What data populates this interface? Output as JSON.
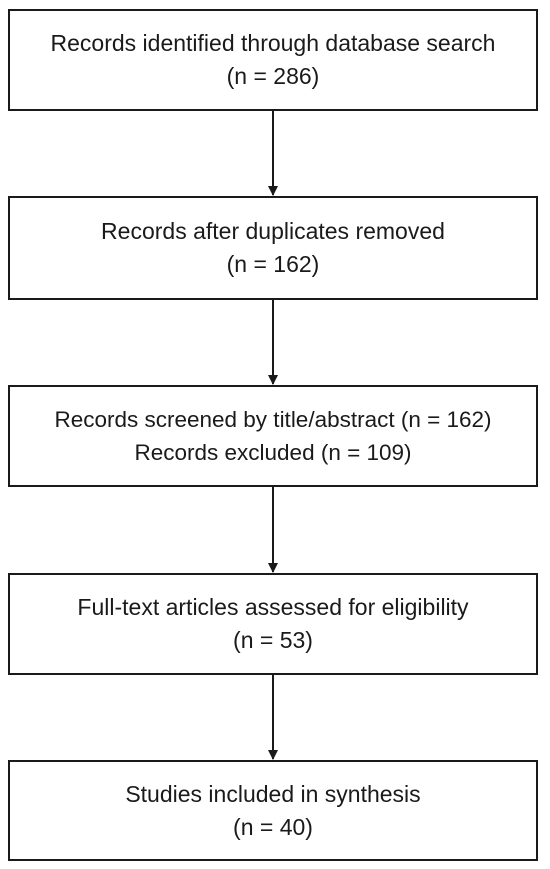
{
  "flow": {
    "boxes": [
      {
        "lines": [
          "Records identified through database search",
          "(n = 286)"
        ]
      },
      {
        "lines": [
          "Records after duplicates removed",
          "(n = 162)"
        ]
      },
      {
        "lines": [
          "Records screened by title/abstract (n = 162)",
          "Records excluded (n = 109)"
        ]
      },
      {
        "lines": [
          "Full-text articles assessed for eligibility",
          "(n = 53)"
        ]
      },
      {
        "lines": [
          "Studies included in synthesis",
          "(n = 40)"
        ]
      }
    ]
  },
  "colors": {
    "stroke": "#1a1a1a",
    "background": "#ffffff"
  }
}
